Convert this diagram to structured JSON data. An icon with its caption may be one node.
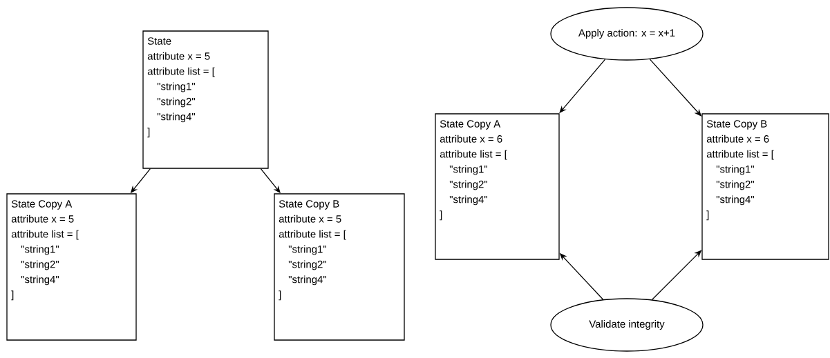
{
  "diagram": {
    "nodes": [
      {
        "text": [
          "State",
          "attribute x = 5",
          "attribute list = [",
          "\"string1\"",
          "\"string2\"",
          "\"string4\"",
          "]"
        ]
      },
      {
        "text": [
          "State Copy A",
          "attribute x = 5",
          "attribute list = [",
          "\"string1\"",
          "\"string2\"",
          "\"string4\"",
          "]"
        ]
      },
      {
        "text": [
          "State Copy B",
          "attribute x = 5",
          "attribute list = [",
          "\"string1\"",
          "\"string2\"",
          "\"string4\"",
          "]"
        ]
      },
      {
        "text": [
          "Apply action: x = x+1"
        ]
      },
      {
        "text": [
          "State Copy A",
          "attribute x = 6",
          "attribute list = [",
          "\"string1\"",
          "\"string2\"",
          "\"string4\"",
          "]"
        ]
      },
      {
        "text": [
          "State Copy B",
          "attribute x = 6",
          "attribute list = [",
          "\"string1\"",
          "\"string2\"",
          "\"string4\"",
          "]"
        ]
      },
      {
        "text": [
          "Validate integrity"
        ]
      }
    ],
    "edges": [
      {
        "from": 0,
        "to": 1,
        "arrow": "to"
      },
      {
        "from": 0,
        "to": 2,
        "arrow": "to"
      },
      {
        "from": 3,
        "to": 4,
        "arrow": "to"
      },
      {
        "from": 3,
        "to": 5,
        "arrow": "to"
      },
      {
        "from": 6,
        "to": 4,
        "arrow": "to"
      },
      {
        "from": 6,
        "to": 5,
        "arrow": "to"
      }
    ]
  }
}
